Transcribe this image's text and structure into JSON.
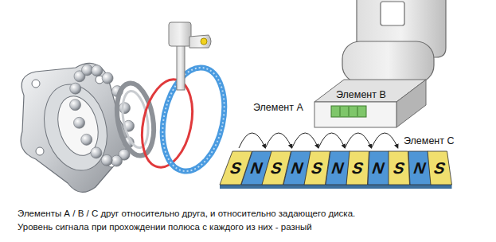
{
  "diagram": {
    "nodes": [
      {
        "text": [
          "S"
        ]
      },
      {
        "text": [
          "N"
        ]
      },
      {
        "text": [
          "S"
        ]
      },
      {
        "text": [
          "N"
        ]
      },
      {
        "text": [
          "S"
        ]
      },
      {
        "text": [
          "N"
        ]
      },
      {
        "text": [
          "S"
        ]
      },
      {
        "text": [
          "N"
        ]
      },
      {
        "text": [
          "S"
        ]
      },
      {
        "text": [
          "N"
        ]
      },
      {
        "text": [
          "S"
        ]
      }
    ],
    "labels": [
      "Элемент А",
      "Элемент В",
      "Элемент С",
      "Элементы А / В / С друг относительно друга, и относительно задающего диска.",
      "Уровень сигнала при прохождении полюса с каждого из них - разный"
    ]
  }
}
